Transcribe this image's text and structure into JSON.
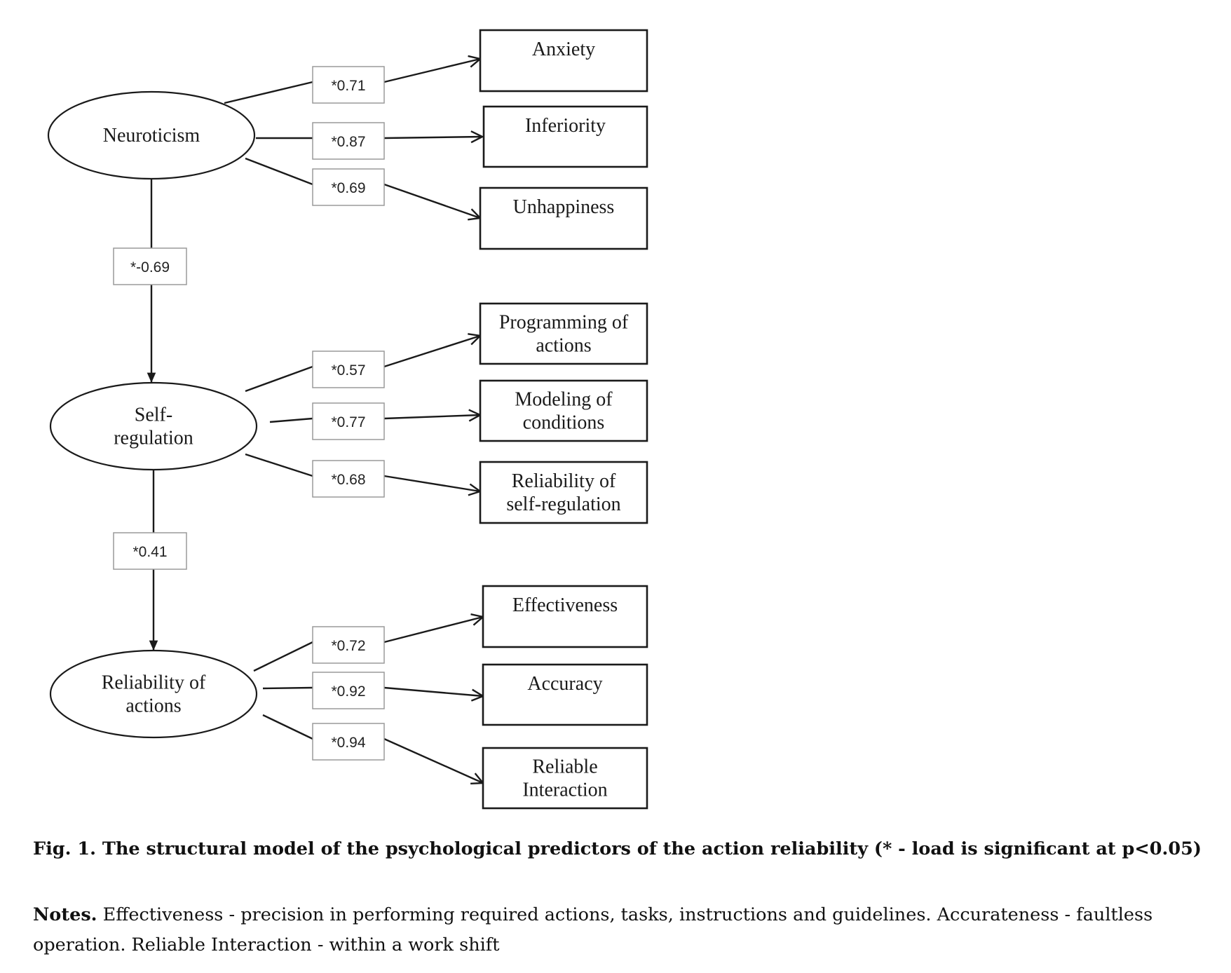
{
  "diagram": {
    "latent": [
      {
        "id": "neuroticism",
        "lines": [
          "Neuroticism"
        ]
      },
      {
        "id": "self_regulation",
        "lines": [
          "Self-",
          "regulation"
        ]
      },
      {
        "id": "reliability_actions",
        "lines": [
          "Reliability of",
          "actions"
        ]
      }
    ],
    "indicators": [
      {
        "id": "anxiety",
        "lines": [
          "Anxiety"
        ]
      },
      {
        "id": "inferiority",
        "lines": [
          "Inferiority"
        ]
      },
      {
        "id": "unhappiness",
        "lines": [
          "Unhappiness"
        ]
      },
      {
        "id": "programming",
        "lines": [
          "Programming of",
          "actions"
        ]
      },
      {
        "id": "modeling",
        "lines": [
          "Modeling of",
          "conditions"
        ]
      },
      {
        "id": "reliability_sr",
        "lines": [
          "Reliability of",
          "self-regulation"
        ]
      },
      {
        "id": "effectiveness",
        "lines": [
          "Effectiveness"
        ]
      },
      {
        "id": "accuracy",
        "lines": [
          "Accuracy"
        ]
      },
      {
        "id": "reliable_interaction",
        "lines": [
          "Reliable",
          "Interaction"
        ]
      }
    ],
    "loadings": [
      {
        "from": "neuroticism",
        "to": "anxiety",
        "label": "*0.71"
      },
      {
        "from": "neuroticism",
        "to": "inferiority",
        "label": "*0.87"
      },
      {
        "from": "neuroticism",
        "to": "unhappiness",
        "label": "*0.69"
      },
      {
        "from": "self_regulation",
        "to": "programming",
        "label": "*0.57"
      },
      {
        "from": "self_regulation",
        "to": "modeling",
        "label": "*0.77"
      },
      {
        "from": "self_regulation",
        "to": "reliability_sr",
        "label": "*0.68"
      },
      {
        "from": "reliability_actions",
        "to": "effectiveness",
        "label": "*0.72"
      },
      {
        "from": "reliability_actions",
        "to": "accuracy",
        "label": "*0.92"
      },
      {
        "from": "reliability_actions",
        "to": "reliable_interaction",
        "label": "*0.94"
      }
    ],
    "paths": [
      {
        "from": "neuroticism",
        "to": "self_regulation",
        "label": "*-0.69"
      },
      {
        "from": "self_regulation",
        "to": "reliability_actions",
        "label": "*0.41"
      }
    ]
  },
  "caption": "Fig. 1. The structural model of the psychological predictors of the action reliability (* - load is significant at p<0.05)",
  "notes": {
    "label": "Notes.",
    "text": "Effectiveness - precision in performing required actions, tasks, instructions and guidelines. Accurateness - faultless operation. Reliable Interaction - within a work shift"
  }
}
